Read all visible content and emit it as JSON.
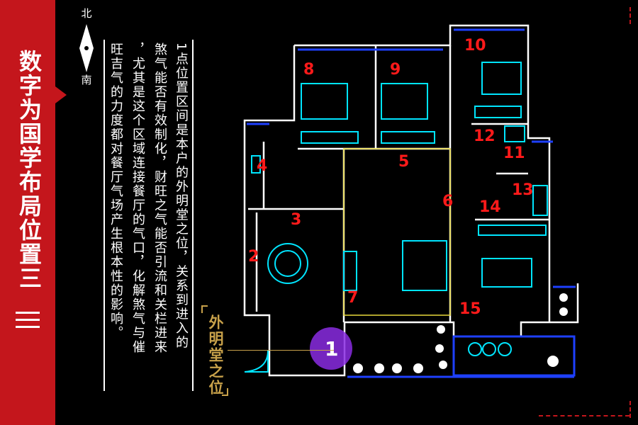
{
  "title": "数字为国学布局位置三",
  "compass": {
    "north": "北",
    "south": "南"
  },
  "description_columns": [
    "1点位置区间是本户的外明堂之位，关系到进入的",
    "煞气能否有效制化，财旺之气能否引流和关栏进来",
    "，尤其是这个区域连接餐厅的气口，化解煞气与催",
    "旺吉气的力度都对餐厅气场产生根本性的影响。"
  ],
  "caption": "外明堂之位",
  "markers": [
    "1",
    "2",
    "3",
    "4",
    "5",
    "6",
    "7",
    "8",
    "9",
    "10",
    "11",
    "12",
    "13",
    "14",
    "15"
  ],
  "colors": {
    "accent_red": "#c4161c",
    "gold": "#c8a14a",
    "wall": "#ffffff",
    "furniture": "#00e5ff",
    "window": "#1e40ff",
    "purple": "#8a2be2"
  }
}
